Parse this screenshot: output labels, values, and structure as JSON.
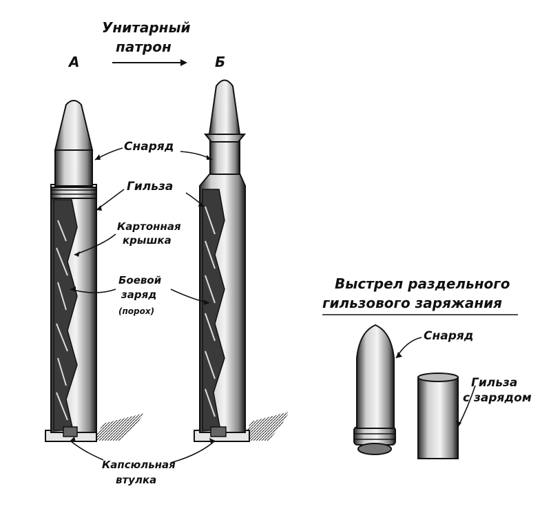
{
  "unitary": {
    "title_line1": "Унитарный",
    "title_line2": "патрон",
    "variant_a": "А",
    "variant_b": "Б",
    "label_projectile": "Снаряд",
    "label_case": "Гильза",
    "label_cardboard_line1": "Картонная",
    "label_cardboard_line2": "крышка",
    "label_charge_line1": "Боевой",
    "label_charge_line2": "заряд",
    "label_charge_line3": "(порох)",
    "label_primer_line1": "Капсюльная",
    "label_primer_line2": "втулка"
  },
  "separate": {
    "title_line1": "Выстрел раздельного",
    "title_line2": "гильзового заряжания",
    "label_projectile": "Снаряд",
    "label_case_line1": "Гильза",
    "label_case_line2": "с зарядом"
  }
}
